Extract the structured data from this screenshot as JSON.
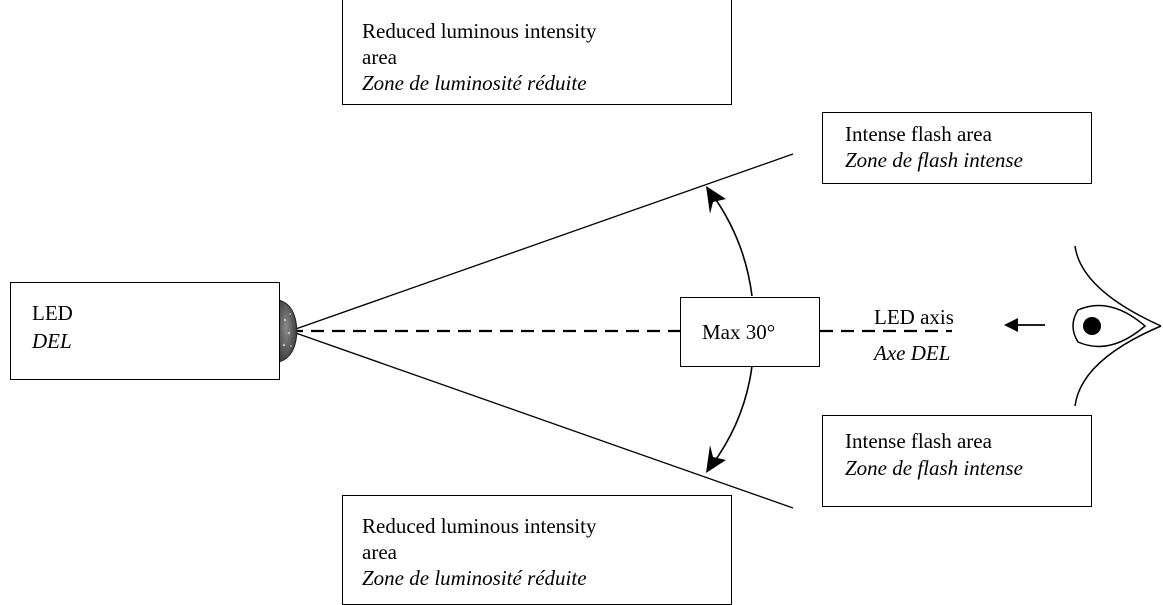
{
  "led_box": {
    "label_en": "LED",
    "label_fr": "DEL"
  },
  "reduced_top": {
    "line1": "Reduced luminous intensity",
    "line2": "area",
    "line3_fr": "Zone de luminosité réduite"
  },
  "reduced_bottom": {
    "line1": "Reduced luminous intensity",
    "line2": "area",
    "line3_fr": "Zone de luminosité réduite"
  },
  "flash_top": {
    "label_en": "Intense flash area",
    "label_fr": "Zone de flash intense"
  },
  "flash_bottom": {
    "label_en": "Intense flash area",
    "label_fr": "Zone de flash intense"
  },
  "angle": {
    "label": "Max 30°"
  },
  "axis": {
    "label_en": "LED axis",
    "label_fr": "Axe DEL"
  },
  "icons": {
    "led_lens": "led-lens-icon",
    "eye": "eye-icon",
    "view_arrow": "arrow-left-icon"
  }
}
